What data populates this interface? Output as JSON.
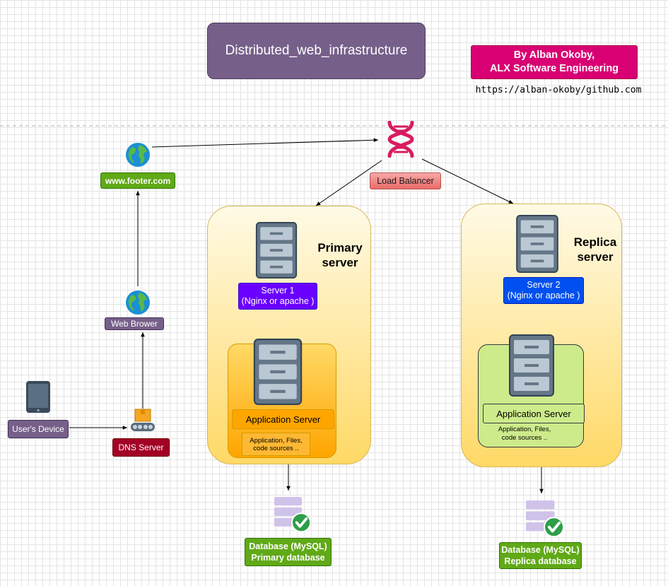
{
  "title": "Distributed_web_infrastructure",
  "author": {
    "line1": "By Alban Okoby,",
    "line2": "ALX Software Engineering",
    "url": "https://alban-okoby/github.com"
  },
  "load_balancer": {
    "label": "Load Balancer",
    "icon": "dna-icon"
  },
  "domain": {
    "label": "www.footer.com",
    "icon": "globe-icon"
  },
  "browser": {
    "label": "Web Brower",
    "icon": "globe-icon"
  },
  "device": {
    "label": "User's Device",
    "icon": "tablet-icon"
  },
  "dns": {
    "label": "DNS Server",
    "icon": "conveyor-box-icon"
  },
  "primary": {
    "title_line1": "Primary",
    "title_line2": "server",
    "server_line1": "Server 1",
    "server_line2": "(Nginx or apache )",
    "app_label": "Application Server",
    "app_desc_line1": "Application, Files,",
    "app_desc_line2": "code sources ..",
    "db_line1": "Database (MySQL)",
    "db_line2": "Primary database"
  },
  "replica": {
    "title_line1": "Replica",
    "title_line2": "server",
    "server_line1": "Server 2",
    "server_line2": "(Nginx or apache )",
    "app_label": "Application Server",
    "app_desc_line1": "Application, Files,",
    "app_desc_line2": "code sources ..",
    "db_line1": "Database (MySQL)",
    "db_line2": "Replica database"
  },
  "colors": {
    "title_bg": "#76608a",
    "author_bg": "#d80073",
    "green_label": "#60a917",
    "purple_label": "#76608a",
    "dns_label": "#a20025",
    "server1_label": "#6a00ff",
    "server2_label": "#0050ef",
    "zone_fill": "#ffd966",
    "app_primary": "#ffa500",
    "app_replica": "#cdeb8b",
    "server_icon": "#647687",
    "db_icon": "#d0c3ea",
    "check": "#2d9f48"
  }
}
